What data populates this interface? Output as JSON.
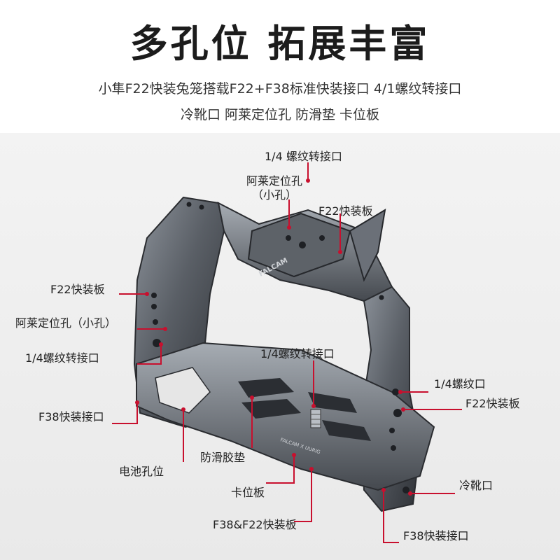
{
  "header": {
    "title": "多孔位 拓展丰富",
    "line1": "小隼F22快装兔笼搭载F22+F38标准快装接口 4/1螺纹转接口",
    "line2": "冷靴口 阿莱定位孔 防滑垫 卡位板"
  },
  "labels": {
    "top_quarter": "1/4 螺纹转接口",
    "top_arri_a": "阿莱定位孔",
    "top_arri_b": "（小孔）",
    "top_f22": "F22快装板",
    "left_f22": "F22快装板",
    "left_arri": "阿莱定位孔（小孔）",
    "left_quarter": "1/4螺纹转接口",
    "left_f38": "F38快装接口",
    "battery": "电池孔位",
    "center_quarter": "1/4螺纹转接口",
    "pad": "防滑胶垫",
    "stop_plate": "卡位板",
    "bottom_plate": "F38&F22快装板",
    "right_quarter": "1/4螺纹口",
    "right_f22": "F22快装板",
    "cold_shoe": "冷靴口",
    "right_f38": "F38快装接口"
  },
  "engraving": {
    "brand_top": "FALCAM",
    "brand_bottom": "FALCAM X UURIG"
  },
  "colors": {
    "leader": "#c8102e",
    "metal_dark": "#3a3d42",
    "metal_light": "#9aa0a8"
  }
}
